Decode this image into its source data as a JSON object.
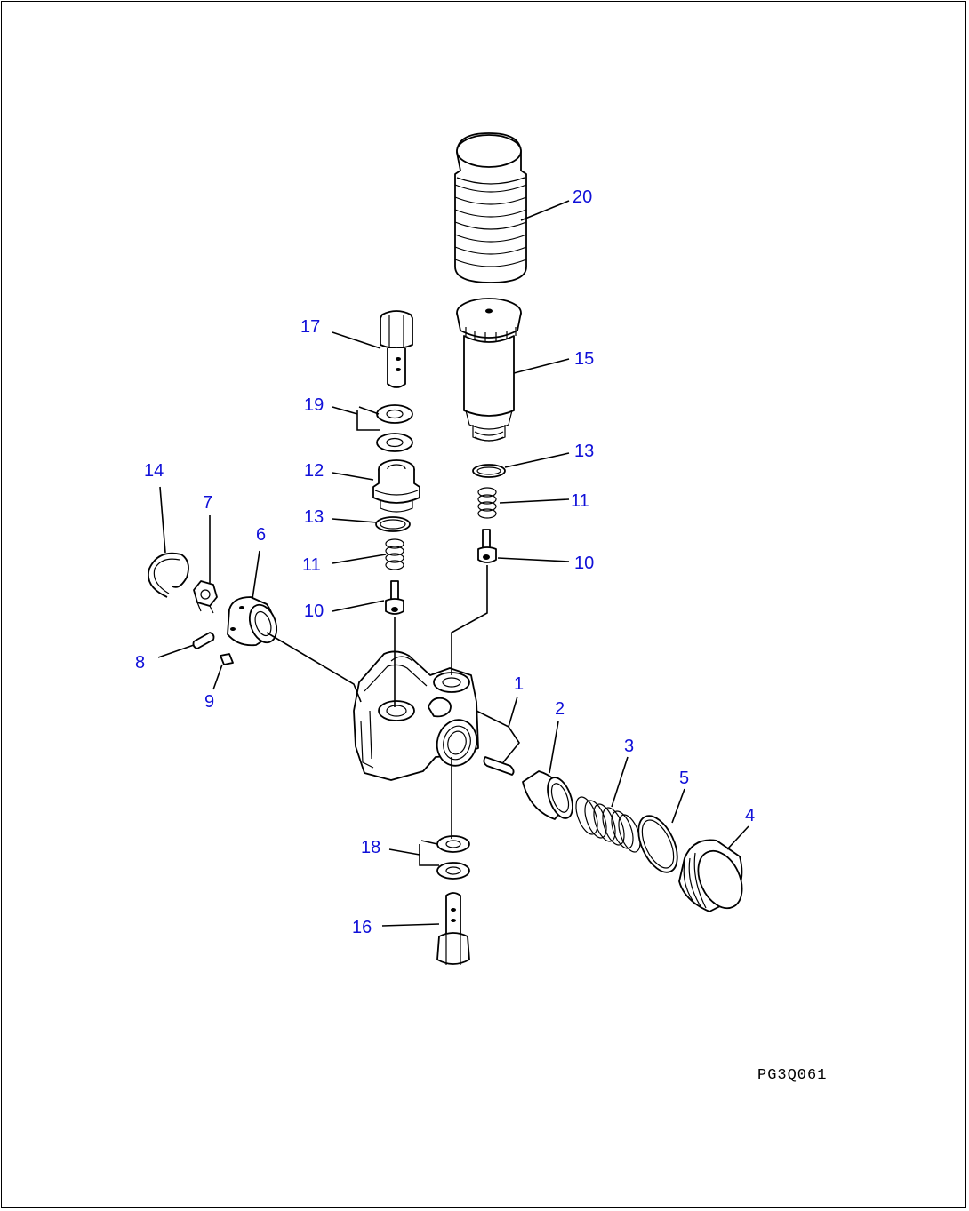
{
  "diagram": {
    "reference_code": "PG3Q061",
    "part_labels": [
      "20",
      "17",
      "15",
      "19",
      "13",
      "12",
      "11",
      "10",
      "13",
      "11",
      "10",
      "14",
      "7",
      "6",
      "8",
      "9",
      "1",
      "2",
      "3",
      "5",
      "4",
      "18",
      "16"
    ]
  }
}
